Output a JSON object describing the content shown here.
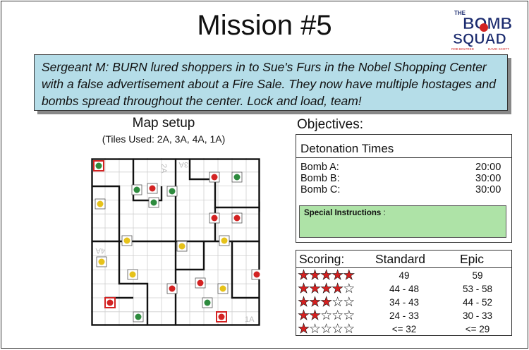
{
  "mission": {
    "title": "Mission #5",
    "briefing": "Sergeant M: BURN lured shoppers in to Sue's Furs in the Nobel Shopping Center with a false advertisement about a Fire Sale. They now have multiple hostages and bombs spread throughout the center. Lock and load, team!"
  },
  "logo": {
    "line1": "THE",
    "line2": "BOMB",
    "line3": "SQUAD",
    "credits_left": "ROB BOLTRED",
    "credits_right": "DAVID SCOTT"
  },
  "map": {
    "heading": "Map setup",
    "subheading": "(Tiles Used: 2A, 3A, 4A, 1A)",
    "tile_labels": [
      "2A",
      "3A",
      "4A",
      "1A"
    ],
    "colors": {
      "red": "#d32222",
      "green": "#2e8b3e",
      "yellow": "#e6c21a",
      "wall": "#111111"
    }
  },
  "objectives": {
    "heading": "Objectives:",
    "detonation_heading": "Detonation Times",
    "bombs": [
      {
        "name": "Bomb A:",
        "time": "20:00"
      },
      {
        "name": "Bomb B:",
        "time": "30:00"
      },
      {
        "name": "Bomb C:",
        "time": "30:00"
      }
    ],
    "special_label": "Special Instructions",
    "special_suffix": " :",
    "special_color": "#aee3a7"
  },
  "scoring": {
    "heading": "Scoring:",
    "standard_heading": "Standard",
    "epic_heading": "Epic",
    "rows": [
      {
        "stars": 5,
        "standard": "49",
        "epic": "59"
      },
      {
        "stars": 4,
        "standard": "44 - 48",
        "epic": "53 - 58"
      },
      {
        "stars": 3,
        "standard": "34 - 43",
        "epic": "44 - 52"
      },
      {
        "stars": 2,
        "standard": "24 - 33",
        "epic": "30 - 33"
      },
      {
        "stars": 1,
        "standard": "<= 32",
        "epic": "<= 29"
      }
    ],
    "star_color": "#d62020"
  }
}
